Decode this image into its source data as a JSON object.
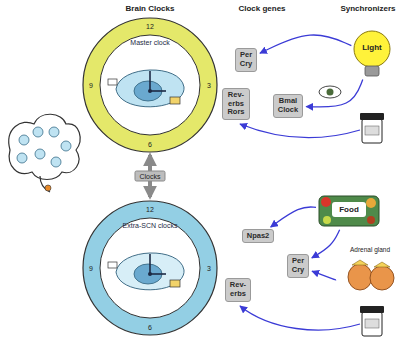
{
  "diagram": {
    "nodes": [
      {
        "text": [
          "Master clock"
        ]
      },
      {
        "text": [
          "Extra-SCN clocks"
        ]
      },
      {
        "text": [
          "Per Cry"
        ]
      },
      {
        "text": [
          "Rev-erbs Rors"
        ]
      },
      {
        "text": [
          "Bmal Clock"
        ]
      },
      {
        "text": [
          "Light"
        ]
      },
      {
        "text": [
          "Npas2"
        ]
      },
      {
        "text": [
          "Rev-erbs"
        ]
      },
      {
        "text": [
          "Per Cry"
        ]
      },
      {
        "text": [
          "Food"
        ]
      },
      {
        "text": [
          "Adrenal gland"
        ]
      }
    ],
    "edges": [
      {
        "from": 0,
        "to": 1,
        "label": "Clocks",
        "arrow": "both"
      },
      {
        "from": 5,
        "to": 2,
        "arrow": "to"
      },
      {
        "from": 5,
        "to": 4,
        "arrow": "to"
      },
      {
        "from": 9,
        "to": 6,
        "arrow": "to"
      },
      {
        "from": 9,
        "to": 8,
        "arrow": "to"
      },
      {
        "from": 10,
        "to": 8,
        "arrow": "to"
      }
    ],
    "labels": [
      "Brain Clocks",
      "Clock genes",
      "Synchronizers",
      "12",
      "3",
      "6",
      "9",
      "12",
      "3",
      "6",
      "9"
    ]
  }
}
